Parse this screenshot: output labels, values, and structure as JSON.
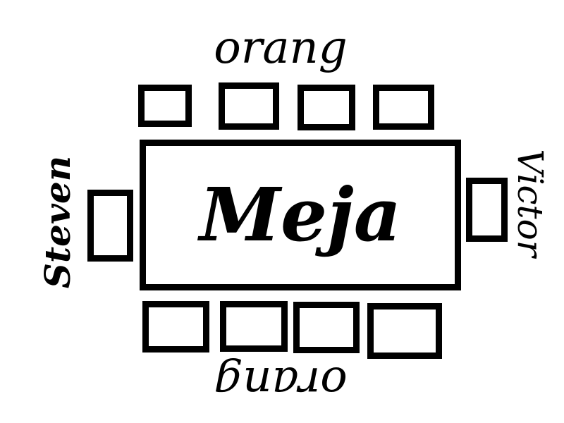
{
  "table": {
    "label": "Meja"
  },
  "top_side": {
    "label": "orang",
    "seat_count": 4
  },
  "bottom_side": {
    "label": "orang",
    "seat_count": 4
  },
  "left_side": {
    "label": "Steven",
    "seat_count": 1
  },
  "right_side": {
    "label": "Victor",
    "seat_count": 1
  }
}
